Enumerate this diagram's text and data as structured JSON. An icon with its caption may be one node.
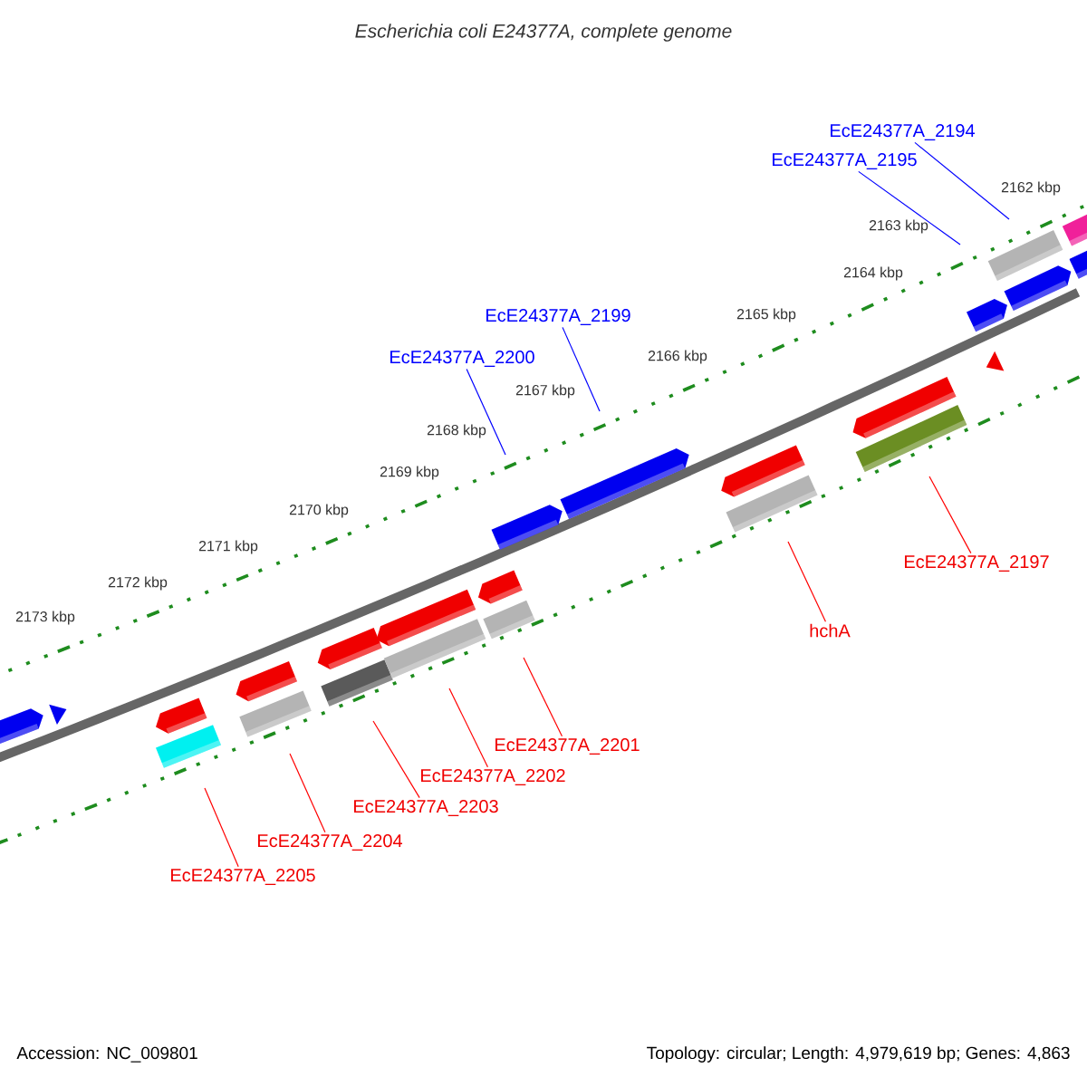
{
  "diagram": {
    "title": "Escherichia coli E24377A, complete genome",
    "nodes": [
      {
        "text": [
          "EcE24377A_2194"
        ]
      },
      {
        "text": [
          "EcE24377A_2195"
        ]
      },
      {
        "text": [
          "EcE24377A_2199"
        ]
      },
      {
        "text": [
          "EcE24377A_2200"
        ]
      },
      {
        "text": [
          "EcE24377A_2197"
        ]
      },
      {
        "text": [
          "hchA"
        ]
      },
      {
        "text": [
          "EcE24377A_2201"
        ]
      },
      {
        "text": [
          "EcE24377A_2202"
        ]
      },
      {
        "text": [
          "EcE24377A_2203"
        ]
      },
      {
        "text": [
          "EcE24377A_2204"
        ]
      },
      {
        "text": [
          "EcE24377A_2205"
        ]
      }
    ],
    "edges": [
      {
        "from": 0,
        "to": null,
        "arrow": "none",
        "color": "#0000ff"
      },
      {
        "from": 1,
        "to": null,
        "arrow": "none",
        "color": "#0000ff"
      },
      {
        "from": 2,
        "to": null,
        "arrow": "none",
        "color": "#0000ff"
      },
      {
        "from": 3,
        "to": null,
        "arrow": "none",
        "color": "#0000ff"
      },
      {
        "from": 4,
        "to": null,
        "arrow": "none"
      },
      {
        "from": 5,
        "to": null,
        "arrow": "none"
      },
      {
        "from": 6,
        "to": null,
        "arrow": "none"
      },
      {
        "from": 7,
        "to": null,
        "arrow": "none"
      },
      {
        "from": 8,
        "to": null,
        "arrow": "none"
      },
      {
        "from": 9,
        "to": null,
        "arrow": "none"
      },
      {
        "from": 10,
        "to": null,
        "arrow": "none"
      }
    ],
    "labels": [
      "2162 kbp",
      "2163 kbp",
      "2164 kbp",
      "2165 kbp",
      "2166 kbp",
      "2167 kbp",
      "2168 kbp",
      "2169 kbp",
      "2170 kbp",
      "2171 kbp",
      "2172 kbp",
      "2173 kbp",
      "Accession: NC_009801",
      "Topology: circular; Length: 4,979,619 bp; Genes: 4,863"
    ]
  }
}
